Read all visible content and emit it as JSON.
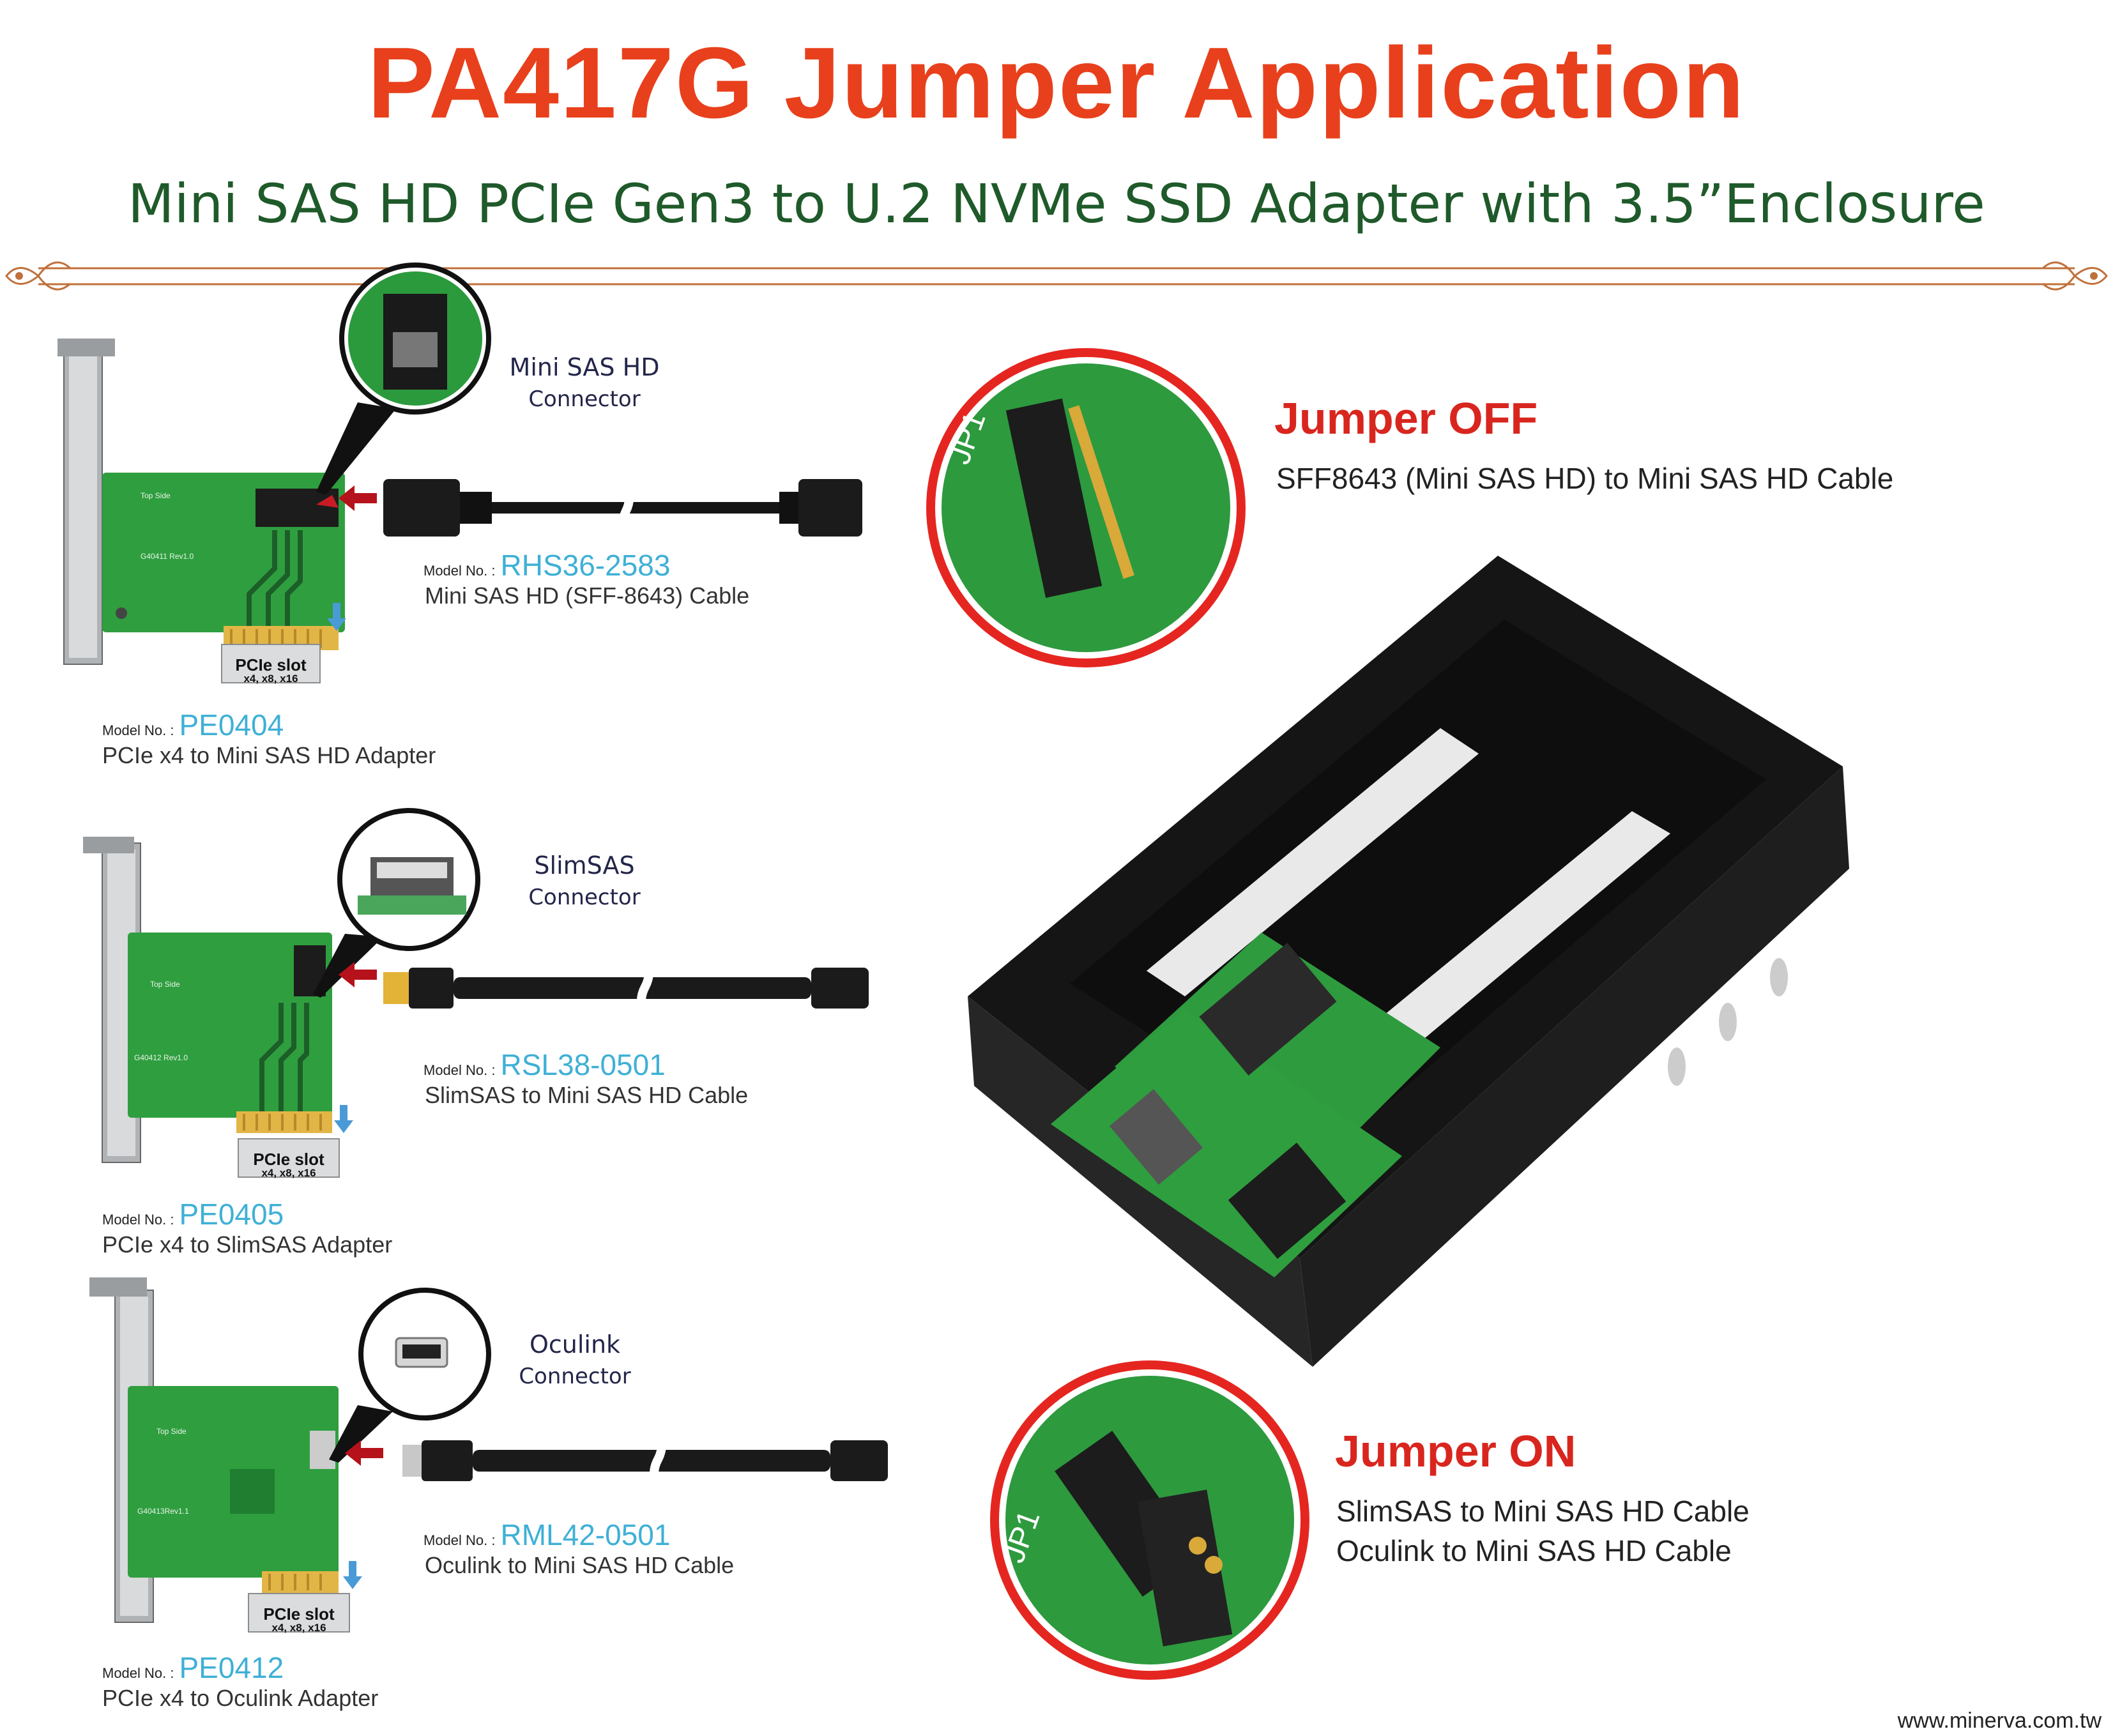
{
  "title": "PA417G Jumper Application",
  "subtitle": "Mini SAS HD PCIe Gen3 to U.2 NVMe SSD Adapter with 3.5”Enclosure",
  "model_prefix": "Model No. :",
  "rows": [
    {
      "connector_title_1": "Mini SAS HD",
      "connector_title_2": "Connector",
      "cable_model": "RHS36-2583",
      "cable_desc": "Mini SAS HD (SFF-8643) Cable",
      "adapter_model": "PE0404",
      "adapter_desc": "PCIe x4 to Mini SAS HD Adapter",
      "slot_main": "PCIe slot",
      "slot_sub": "x4, x8, x16"
    },
    {
      "connector_title_1": "SlimSAS",
      "connector_title_2": "Connector",
      "cable_model": "RSL38-0501",
      "cable_desc": "SlimSAS to Mini SAS HD Cable",
      "adapter_model": "PE0405",
      "adapter_desc": "PCIe x4 to SlimSAS Adapter",
      "slot_main": "PCIe slot",
      "slot_sub": "x4, x8, x16"
    },
    {
      "connector_title_1": "Oculink",
      "connector_title_2": "Connector",
      "cable_model": "RML42-0501",
      "cable_desc": "Oculink to Mini SAS HD Cable",
      "adapter_model": "PE0412",
      "adapter_desc": "PCIe x4 to Oculink Adapter",
      "slot_main": "PCIe slot",
      "slot_sub": "x4, x8, x16"
    }
  ],
  "jumper_off": {
    "heading": "Jumper OFF",
    "line1": "SFF8643 (Mini SAS HD) to Mini SAS HD Cable"
  },
  "jumper_on": {
    "heading": "Jumper ON",
    "line1": "SlimSAS to Mini SAS HD Cable",
    "line2": "Oculink to Mini SAS HD Cable"
  },
  "website": "www.minerva.com.tw",
  "colors": {
    "title": "#e8401c",
    "subtitle": "#1f5a2a",
    "model_number": "#3fb0d6",
    "jumper_heading": "#d8261f",
    "pcb_green": "#2f9e3f",
    "zoom_ring_red": "#e52620"
  }
}
